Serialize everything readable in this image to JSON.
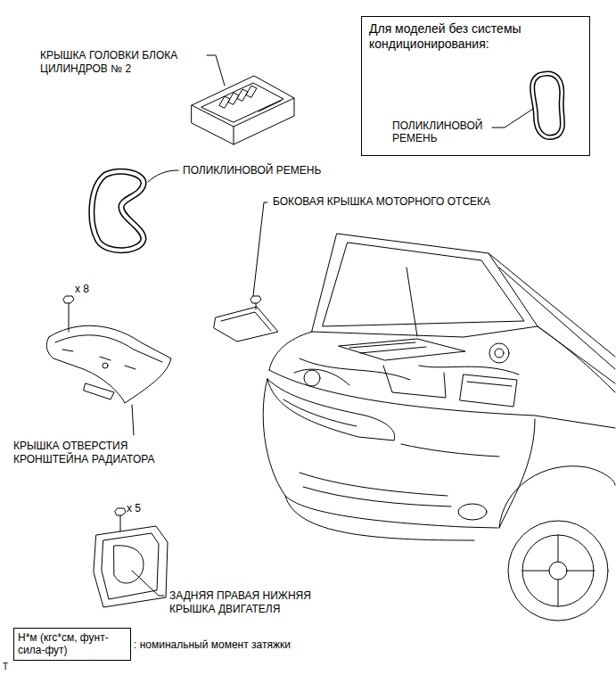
{
  "diagram": {
    "nodes": [
      {
        "text": [
          "Для моделей без системы кондиционирования:",
          "ПОЛИКЛИНОВОЙ РЕМЕНЬ"
        ]
      },
      {
        "text": [
          "Н*м (кгс*см, фунт-сила-фут)"
        ]
      }
    ],
    "labels": [
      "КРЫШКА ГОЛОВКИ БЛОКА ЦИЛИНДРОВ № 2",
      "ПОЛИКЛИНОВОЙ РЕМЕНЬ",
      "БОКОВАЯ КРЫШКА МОТОРНОГО ОТСЕКА",
      "x 8",
      "КРЫШКА ОТВЕРСТИЯ КРОНШТЕЙНА РАДИАТОРА",
      "x 5",
      "ЗАДНЯЯ ПРАВАЯ НИЖНЯЯ КРЫШКА ДВИГАТЕЛЯ",
      ": номинальный момент затяжки",
      "T"
    ]
  }
}
